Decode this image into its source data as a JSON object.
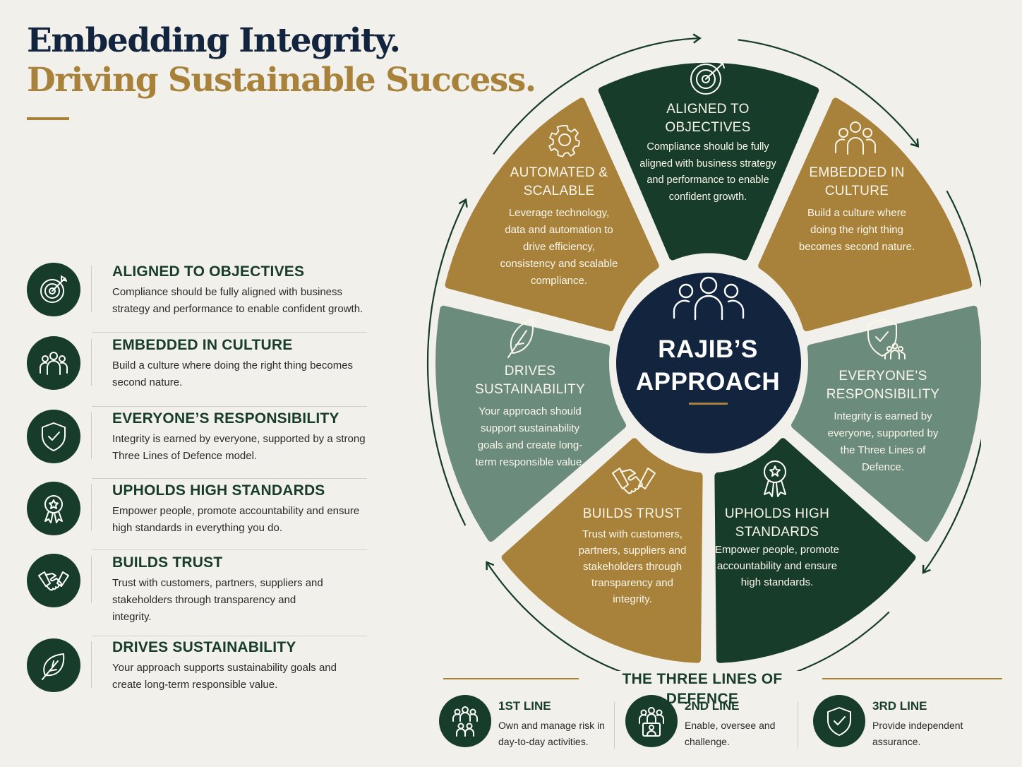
{
  "title": {
    "line1": "Embedding Integrity.",
    "line2": "Driving Sustainable Success."
  },
  "colors": {
    "dark_green": "#173d2a",
    "gold": "#a8823a",
    "sage": "#6b8c7c",
    "navy": "#13243f",
    "background": "#f2f0ea"
  },
  "left_list": [
    {
      "icon": "target-icon",
      "title": "ALIGNED TO OBJECTIVES",
      "text": "Compliance should be fully aligned with business strategy and performance to enable confident growth."
    },
    {
      "icon": "people-icon",
      "title": "EMBEDDED IN CULTURE",
      "text": "Build a culture where doing the right thing becomes second nature."
    },
    {
      "icon": "shield-check-icon",
      "title": "EVERYONE’S RESPONSIBILITY",
      "text": "Integrity is earned by everyone, supported by a strong Three Lines of Defence model."
    },
    {
      "icon": "award-ribbon-icon",
      "title": "UPHOLDS HIGH STANDARDS",
      "text": "Empower people, promote accountability and ensure high standards in everything you do."
    },
    {
      "icon": "handshake-icon",
      "title": "BUILDS TRUST",
      "text": "Trust with customers, partners, suppliers and stakeholders through transparency and integrity."
    },
    {
      "icon": "leaf-icon",
      "title": "DRIVES SUSTAINABILITY",
      "text": "Your approach supports sustainability goals and create long-term responsible value."
    }
  ],
  "wheel": {
    "center": {
      "line1": "RAJIB’S",
      "line2": "APPROACH",
      "icon": "people-icon"
    },
    "segments": [
      {
        "icon": "target-icon",
        "title": "ALIGNED TO OBJECTIVES",
        "text": "Compliance should be fully aligned with business strategy and performance to enable confident growth.",
        "color": "dark_green"
      },
      {
        "icon": "people-icon",
        "title": "EMBEDDED IN CULTURE",
        "text": "Build a culture where doing the right thing becomes second nature.",
        "color": "gold"
      },
      {
        "icon": "shield-people-icon",
        "title": "EVERYONE’S RESPONSIBILITY",
        "text": "Integrity is earned by everyone, supported by the Three Lines of Defence.",
        "color": "sage"
      },
      {
        "icon": "award-ribbon-icon",
        "title": "UPHOLDS HIGH STANDARDS",
        "text": "Empower people, promote accountability and ensure high standards.",
        "color": "dark_green"
      },
      {
        "icon": "handshake-icon",
        "title": "BUILDS TRUST",
        "text": "Trust with customers, partners, suppliers and stakeholders through transparency and integrity.",
        "color": "gold"
      },
      {
        "icon": "leaf-icon",
        "title": "DRIVES SUSTAINABILITY",
        "text": "Your approach should support sustainability goals and create long-term responsible value.",
        "color": "sage"
      },
      {
        "icon": "gear-icon",
        "title": "AUTOMATED & SCALABLE",
        "text": "Leverage technology, data and automation to drive efficiency, consistency and scalable compliance.",
        "color": "gold"
      }
    ]
  },
  "three_lines": {
    "title": "THE THREE LINES OF DEFENCE",
    "items": [
      {
        "icon": "team-icon",
        "title": "1ST LINE",
        "text": "Own and manage risk in day-to-day activities."
      },
      {
        "icon": "team-oversight-icon",
        "title": "2ND LINE",
        "text": "Enable, oversee and challenge."
      },
      {
        "icon": "shield-check-icon",
        "title": "3RD LINE",
        "text": "Provide independent assurance."
      }
    ]
  }
}
